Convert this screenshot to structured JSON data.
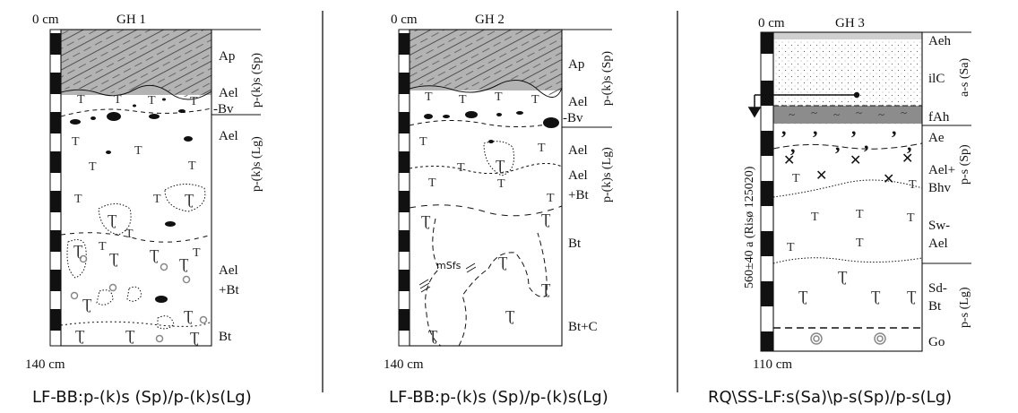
{
  "panels": [
    {
      "id": "gh1",
      "title": "GH 1",
      "top_depth": "0 cm",
      "bottom_depth": "140 cm",
      "horizons": [
        "Ap",
        "Ael",
        "-Bv",
        "Ael",
        "Ael",
        "+Bt",
        "Bt"
      ],
      "substrate_labels": [
        "p-(k)s (Sp)",
        "p-(k)s (Lg)"
      ],
      "caption": "LF-BB:p-(k)s (Sp)/p-(k)s(Lg)"
    },
    {
      "id": "gh2",
      "title": "GH 2",
      "top_depth": "0 cm",
      "bottom_depth": "140 cm",
      "horizons": [
        "Ap",
        "Ael",
        "-Bv",
        "Ael",
        "Ael",
        "+Bt",
        "Bt",
        "Bt+C"
      ],
      "annotations": [
        "mSfs"
      ],
      "substrate_labels": [
        "p-(k)s (Sp)",
        "p-(k)s (Lg)"
      ],
      "caption": "LF-BB:p-(k)s (Sp)/p-(k)s(Lg)"
    },
    {
      "id": "gh3",
      "title": "GH 3",
      "top_depth": "0 cm",
      "bottom_depth": "110 cm",
      "horizons": [
        "Aeh",
        "ilC",
        "fAh",
        "Ae",
        "Ael+",
        "Bhv",
        "Sw-",
        "Ael",
        "Sd-",
        "Bt",
        "Go"
      ],
      "substrate_labels": [
        "a-s (Sa)",
        "p-s (Sp)",
        "p-s (Lg)"
      ],
      "dating_label": "560±40 a (Risø 125020)",
      "caption": "RQ\\SS-LF:s(Sa)\\p-s(Sp)/p-s(Lg)"
    }
  ],
  "colors": {
    "plough_layer": "#b3b3b3",
    "buried_ah": "#8c8c8c",
    "sand_layer": "#f6f6f6",
    "line": "#111111"
  }
}
